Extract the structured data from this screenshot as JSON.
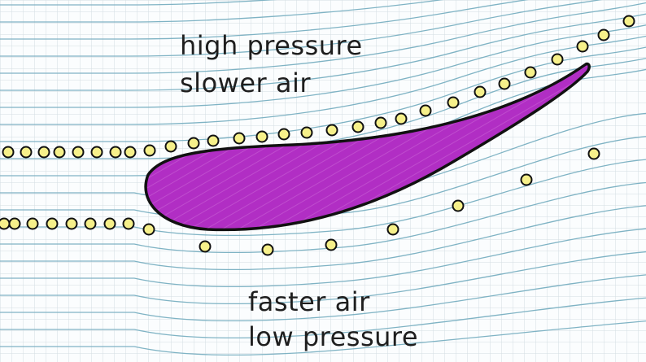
{
  "labels": {
    "top_line1": "high pressure",
    "top_line2": "slower air",
    "bottom_line1": "faster air",
    "bottom_line2": "low pressure"
  },
  "colors": {
    "airfoil_fill": "#b12ec4",
    "airfoil_stroke": "#111111",
    "particle_fill": "#f6f08a",
    "streamline": "#7fb3c4",
    "grid": "#d3dde3",
    "background": "#fbfdfe"
  },
  "icons": {
    "shape": "airfoil-wing",
    "particles": "air-particle-dots"
  }
}
